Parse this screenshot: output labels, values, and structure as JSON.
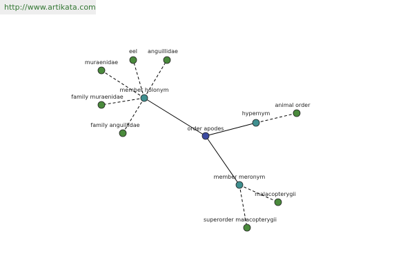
{
  "header": {
    "site_url": "http://www.artikata.com"
  },
  "colors": {
    "center": "#3b4aa0",
    "relation": "#3f8f8f",
    "leaf": "#4a8a3c"
  },
  "diagram": {
    "nodes": [
      {
        "id": "order-apodes",
        "label": "order apodes",
        "kind": "center"
      },
      {
        "id": "member-holonym",
        "label": "member holonym",
        "kind": "relation"
      },
      {
        "id": "hypernym",
        "label": "hypernym",
        "kind": "relation"
      },
      {
        "id": "member-meronym",
        "label": "member meronym",
        "kind": "relation"
      },
      {
        "id": "muraenidae",
        "label": "muraenidae",
        "kind": "leaf"
      },
      {
        "id": "eel",
        "label": "eel",
        "kind": "leaf"
      },
      {
        "id": "anguillidae",
        "label": "anguillidae",
        "kind": "leaf"
      },
      {
        "id": "family-muraenidae",
        "label": "family muraenidae",
        "kind": "leaf"
      },
      {
        "id": "family-anguillidae",
        "label": "family anguillidae",
        "kind": "leaf"
      },
      {
        "id": "animal-order",
        "label": "animal order",
        "kind": "leaf"
      },
      {
        "id": "malacopterygii",
        "label": "malacopterygii",
        "kind": "leaf"
      },
      {
        "id": "superorder-malacopterygii",
        "label": "superorder malacopterygii",
        "kind": "leaf"
      }
    ],
    "edges": [
      {
        "from": "order-apodes",
        "to": "member-holonym",
        "style": "solid"
      },
      {
        "from": "order-apodes",
        "to": "hypernym",
        "style": "solid"
      },
      {
        "from": "order-apodes",
        "to": "member-meronym",
        "style": "solid"
      },
      {
        "from": "member-holonym",
        "to": "muraenidae",
        "style": "dashed"
      },
      {
        "from": "member-holonym",
        "to": "eel",
        "style": "dashed"
      },
      {
        "from": "member-holonym",
        "to": "anguillidae",
        "style": "dashed"
      },
      {
        "from": "member-holonym",
        "to": "family-muraenidae",
        "style": "dashed"
      },
      {
        "from": "member-holonym",
        "to": "family-anguillidae",
        "style": "dashed"
      },
      {
        "from": "hypernym",
        "to": "animal-order",
        "style": "dashed"
      },
      {
        "from": "member-meronym",
        "to": "malacopterygii",
        "style": "dashed"
      },
      {
        "from": "member-meronym",
        "to": "superorder-malacopterygii",
        "style": "dashed"
      }
    ]
  }
}
